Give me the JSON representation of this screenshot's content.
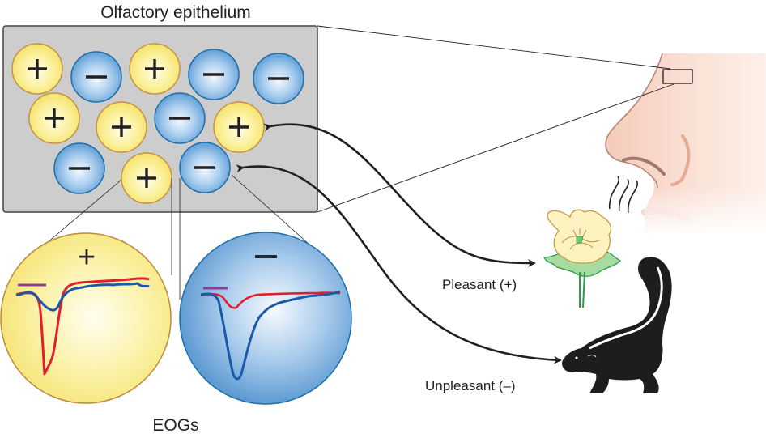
{
  "title": "Olfactory epithelium",
  "eog_label": "EOGs",
  "pleasant_label": "Pleasant (+)",
  "unpleasant_label": "Unpleasant (–)",
  "symbols": {
    "plus": "+",
    "minus": "–"
  },
  "colors": {
    "epithelium_bg": "#cdcdcd",
    "plus_cell": "#f7e97a",
    "plus_border": "#c9923f",
    "minus_cell": "#6fa9db",
    "minus_border": "#1e6fa8",
    "trace_red": "#e31e2d",
    "trace_blue": "#1b5aa6",
    "stim_bar": "#8e3c96",
    "skin": "#f6d3c4"
  },
  "cells": [
    {
      "type": "plus"
    },
    {
      "type": "minus"
    },
    {
      "type": "plus"
    },
    {
      "type": "minus"
    },
    {
      "type": "minus"
    },
    {
      "type": "plus"
    },
    {
      "type": "plus"
    },
    {
      "type": "minus"
    },
    {
      "type": "plus"
    },
    {
      "type": "minus"
    },
    {
      "type": "plus"
    },
    {
      "type": "minus"
    }
  ],
  "eog_panels": [
    {
      "type": "plus",
      "dominant_trace": "red"
    },
    {
      "type": "minus",
      "dominant_trace": "blue"
    }
  ],
  "odors": [
    {
      "name": "flower",
      "valence": "pleasant"
    },
    {
      "name": "skunk",
      "valence": "unpleasant"
    }
  ]
}
